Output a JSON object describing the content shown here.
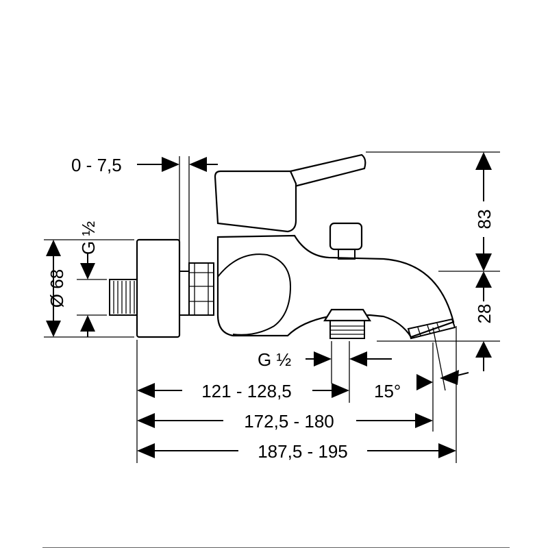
{
  "dimensions": {
    "adjust_range": "0 - 7,5",
    "thread_left": "G ½",
    "diameter": "Ø 68",
    "height_top": "83",
    "height_bottom": "28",
    "thread_bottom": "G ½",
    "angle": "15°",
    "length_1": "121 - 128,5",
    "length_2": "172,5 - 180",
    "length_3": "187,5 - 195"
  },
  "colors": {
    "line": "#000000",
    "background": "#ffffff"
  }
}
